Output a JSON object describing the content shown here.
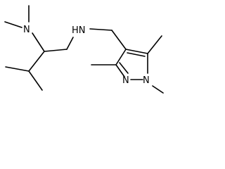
{
  "molecule": {
    "atoms": {
      "n_dimethylamino": "N",
      "nh_amine": "HN",
      "n_pyrazole_1": "N",
      "n_pyrazole_2": "N"
    }
  },
  "colors": {
    "bond": "#000000",
    "label": "#000000",
    "background": "#ffffff"
  }
}
